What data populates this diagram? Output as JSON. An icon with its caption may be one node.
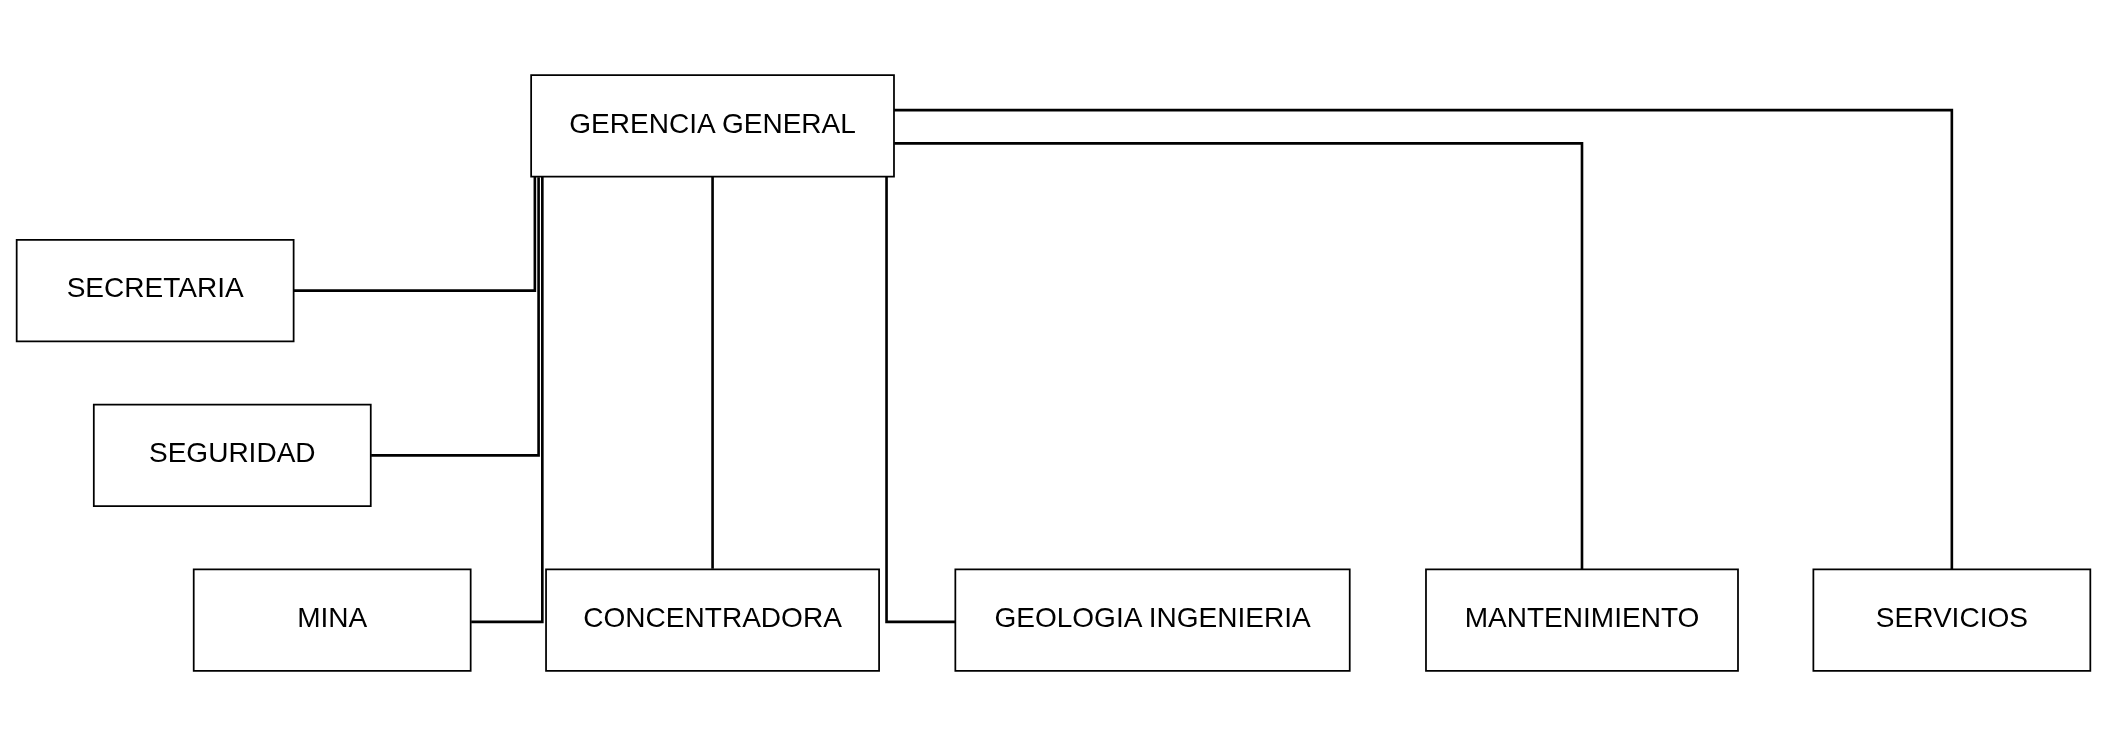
{
  "diagram": {
    "nodes": [
      {
        "text": [
          "GERENCIA GENERAL"
        ]
      },
      {
        "text": [
          "SECRETARIA"
        ]
      },
      {
        "text": [
          "SEGURIDAD"
        ]
      },
      {
        "text": [
          "MINA"
        ]
      },
      {
        "text": [
          "CONCENTRADORA"
        ]
      },
      {
        "text": [
          "GEOLOGIA INGENIERIA"
        ]
      },
      {
        "text": [
          "MANTENIMIENTO"
        ]
      },
      {
        "text": [
          "SERVICIOS"
        ]
      }
    ],
    "edges": [
      {
        "from": 0,
        "to": 1,
        "arrow": "none"
      },
      {
        "from": 0,
        "to": 2,
        "arrow": "none"
      },
      {
        "from": 0,
        "to": 3,
        "arrow": "none"
      },
      {
        "from": 0,
        "to": 4,
        "arrow": "none"
      },
      {
        "from": 0,
        "to": 5,
        "arrow": "none"
      },
      {
        "from": 0,
        "to": 6,
        "arrow": "none"
      },
      {
        "from": 0,
        "to": 7,
        "arrow": "none"
      }
    ]
  }
}
